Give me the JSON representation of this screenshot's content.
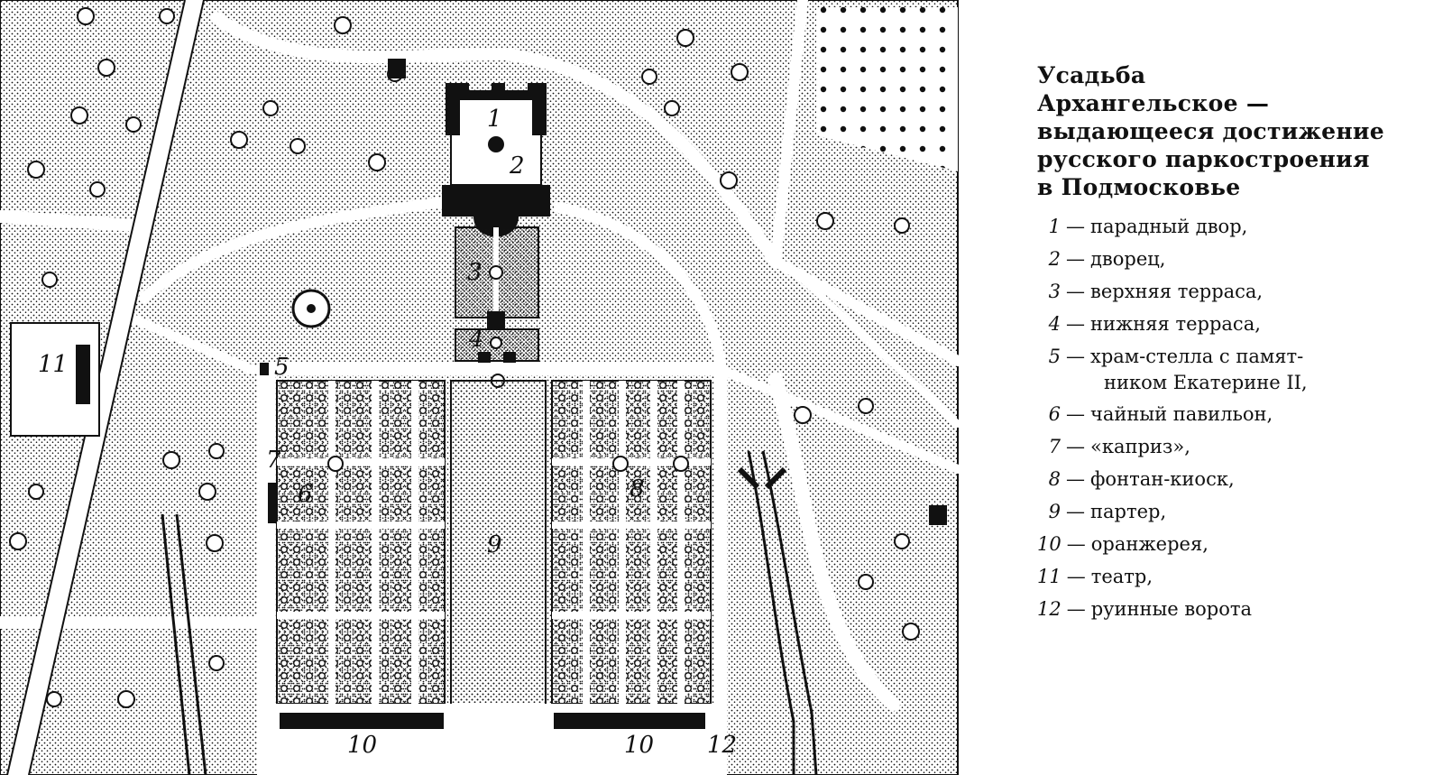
{
  "legend": {
    "title_lines": [
      "Усадьба",
      "Архангельское —",
      "выдающееся достижение",
      "русского паркостроения",
      "в Подмосковье"
    ],
    "items": [
      {
        "num": "1",
        "text": "парадный двор,"
      },
      {
        "num": "2",
        "text": "дворец,"
      },
      {
        "num": "3",
        "text": "верхняя терраса,"
      },
      {
        "num": "4",
        "text": "нижняя терраса,"
      },
      {
        "num": "5",
        "text": "храм-стелла  с памят-",
        "continuation": "ником Екатерине II,"
      },
      {
        "num": "6",
        "text": "чайный павильон,"
      },
      {
        "num": "7",
        "text": "«каприз»,"
      },
      {
        "num": "8",
        "text": "фонтан-киоск,"
      },
      {
        "num": "9",
        "text": "партер,"
      },
      {
        "num": "10",
        "text": "оранжерея,"
      },
      {
        "num": "11",
        "text": "театр,"
      },
      {
        "num": "12",
        "text": "руинные ворота"
      }
    ]
  },
  "map_labels": {
    "l1": "1",
    "l2": "2",
    "l3": "3",
    "l4": "4",
    "l5": "5",
    "l6": "6",
    "l7": "7",
    "l8": "8",
    "l9": "9",
    "l10a": "10",
    "l10b": "10",
    "l11": "11",
    "l12": "12"
  },
  "colors": {
    "ink": "#111111",
    "paper": "#ffffff"
  }
}
